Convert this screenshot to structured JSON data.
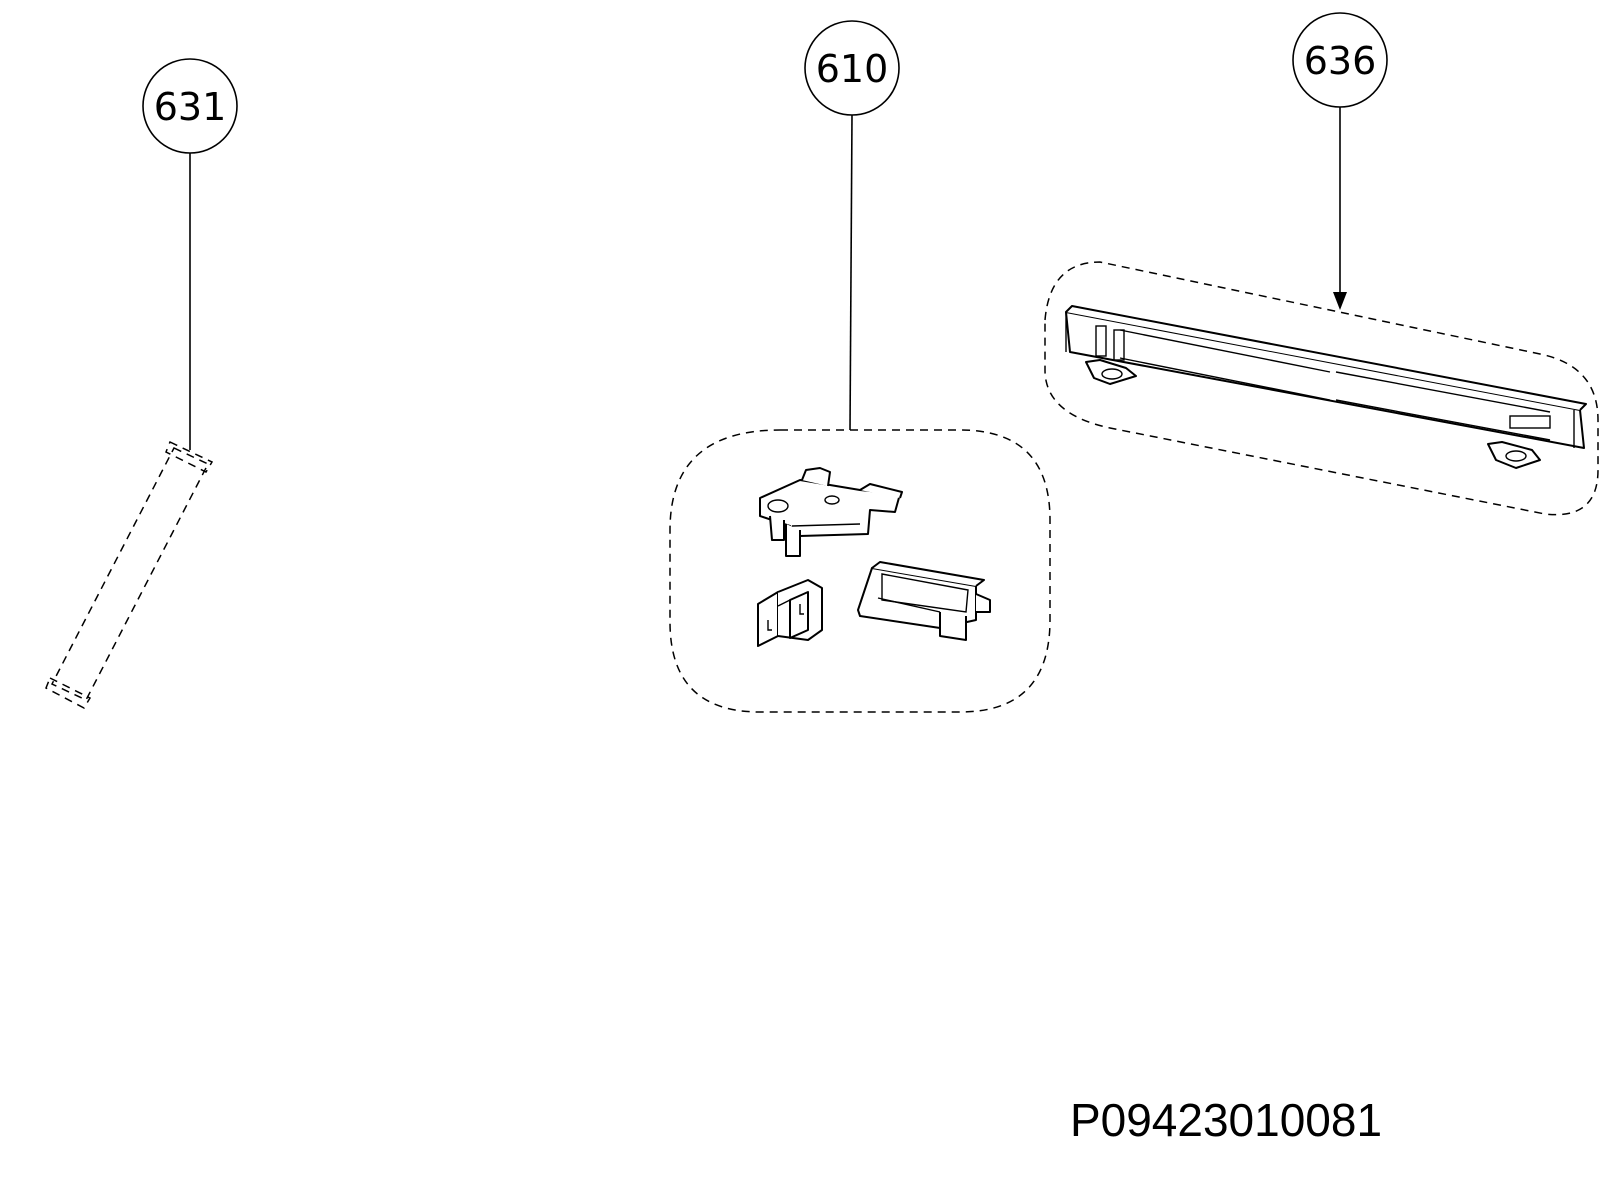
{
  "callouts": [
    {
      "id": "631",
      "label": "631"
    },
    {
      "id": "610",
      "label": "610"
    },
    {
      "id": "636",
      "label": "636"
    }
  ],
  "reference_code": "P09423010081",
  "colors": {
    "ink": "#000000",
    "background": "#ffffff"
  }
}
